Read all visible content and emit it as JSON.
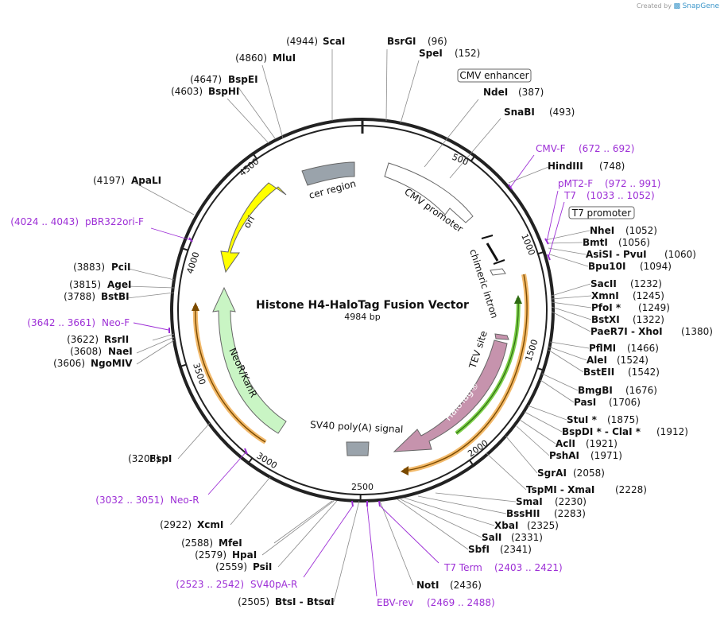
{
  "credit": {
    "prefix": "Created by",
    "brand": "SnapGene"
  },
  "title": "Histone H4-HaloTag Fusion Vector",
  "length_label": "4984 bp",
  "total_bp": 4984,
  "tick_labels": [
    "500",
    "1000",
    "1500",
    "2000",
    "2500",
    "3000",
    "3500",
    "4000",
    "4500"
  ],
  "features": [
    {
      "label": "CMV enhancer",
      "boxed": true
    },
    {
      "label": "CMV promoter"
    },
    {
      "label": "T7 promoter",
      "boxed": true
    },
    {
      "label": "chimeric intron"
    },
    {
      "label": "TEV site"
    },
    {
      "label": "HaloTag®"
    },
    {
      "label": "SV40 poly(A) signal"
    },
    {
      "label": "NeoR/KanR"
    },
    {
      "label": "ori"
    },
    {
      "label": "cer region"
    }
  ],
  "sites": [
    {
      "name": "ScaI",
      "pos": "(4944)"
    },
    {
      "name": "BsrGI",
      "pos": "(96)"
    },
    {
      "name": "SpeI",
      "pos": "(152)"
    },
    {
      "name": "MluI",
      "pos": "(4860)"
    },
    {
      "name": "BspEI",
      "pos": "(4647)"
    },
    {
      "name": "BspHI",
      "pos": "(4603)"
    },
    {
      "name": "NdeI",
      "pos": "(387)"
    },
    {
      "name": "SnaBI",
      "pos": "(493)"
    },
    {
      "name": "HindIII",
      "pos": "(748)"
    },
    {
      "name": "ApaLI",
      "pos": "(4197)"
    },
    {
      "name": "NheI",
      "pos": "(1052)"
    },
    {
      "name": "BmtI",
      "pos": "(1056)"
    },
    {
      "name": "AsiSI - PvuI",
      "pos": "(1060)"
    },
    {
      "name": "Bpu10I",
      "pos": "(1094)"
    },
    {
      "name": "PciI",
      "pos": "(3883)"
    },
    {
      "name": "AgeI",
      "pos": "(3815)"
    },
    {
      "name": "BstBI",
      "pos": "(3788)"
    },
    {
      "name": "SacII",
      "pos": "(1232)"
    },
    {
      "name": "XmnI",
      "pos": "(1245)"
    },
    {
      "name": "PfoI *",
      "pos": "(1249)"
    },
    {
      "name": "BstXI",
      "pos": "(1322)"
    },
    {
      "name": "PaeR7I - XhoI",
      "pos": "(1380)"
    },
    {
      "name": "RsrII",
      "pos": "(3622)"
    },
    {
      "name": "NaeI",
      "pos": "(3608)"
    },
    {
      "name": "NgoMIV",
      "pos": "(3606)"
    },
    {
      "name": "PflMI",
      "pos": "(1466)"
    },
    {
      "name": "AleI",
      "pos": "(1524)"
    },
    {
      "name": "BstEII",
      "pos": "(1542)"
    },
    {
      "name": "BmgBI",
      "pos": "(1676)"
    },
    {
      "name": "PasI",
      "pos": "(1706)"
    },
    {
      "name": "StuI *",
      "pos": "(1875)"
    },
    {
      "name": "BspDI * - ClaI *",
      "pos": "(1912)"
    },
    {
      "name": "AclI",
      "pos": "(1921)"
    },
    {
      "name": "PshAI",
      "pos": "(1971)"
    },
    {
      "name": "FspI",
      "pos": "(3208)"
    },
    {
      "name": "SgrAI",
      "pos": "(2058)"
    },
    {
      "name": "TspMI - XmaI",
      "pos": "(2228)"
    },
    {
      "name": "SmaI",
      "pos": "(2230)"
    },
    {
      "name": "BssHII",
      "pos": "(2283)"
    },
    {
      "name": "XbaI",
      "pos": "(2325)"
    },
    {
      "name": "SalI",
      "pos": "(2331)"
    },
    {
      "name": "SbfI",
      "pos": "(2341)"
    },
    {
      "name": "XcmI",
      "pos": "(2922)"
    },
    {
      "name": "MfeI",
      "pos": "(2588)"
    },
    {
      "name": "HpaI",
      "pos": "(2579)"
    },
    {
      "name": "PsiI",
      "pos": "(2559)"
    },
    {
      "name": "NotI",
      "pos": "(2436)"
    },
    {
      "name": "BtsI - BtsαI",
      "pos": "(2505)"
    }
  ],
  "primers": [
    {
      "name": "CMV-F",
      "range": "(672 .. 692)"
    },
    {
      "name": "pMT2-F",
      "range": "(972 .. 991)"
    },
    {
      "name": "T7",
      "range": "(1033 .. 1052)"
    },
    {
      "name": "pBR322ori-F",
      "range": "(4024 .. 4043)"
    },
    {
      "name": "Neo-F",
      "range": "(3642 .. 3661)"
    },
    {
      "name": "Neo-R",
      "range": "(3032 .. 3051)"
    },
    {
      "name": "SV40pA-R",
      "range": "(2523 .. 2542)"
    },
    {
      "name": "EBV-rev",
      "range": "(2469 .. 2488)"
    },
    {
      "name": "T7 Term",
      "range": "(2403 .. 2421)"
    }
  ],
  "colors": {
    "backbone": "#222222",
    "primer": "#9d2fd6",
    "halotag_fill": "#c693ad",
    "neo_fill": "#c9f5c4",
    "ori_fill": "#ffff00",
    "gray_fill": "#9aa3ab",
    "orf_orange": "#f2b96a",
    "orf_green": "#7ccf47",
    "leader": "#777777"
  }
}
